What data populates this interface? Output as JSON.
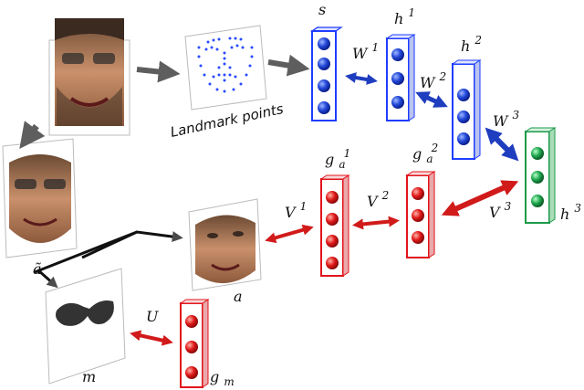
{
  "colors": {
    "blue": "#1f3dff",
    "blue_fill": "#3a64d8",
    "red": "#e2141b",
    "red_fill": "#d8222b",
    "green": "#1a9a4a",
    "green_fill": "#22a552",
    "gray_arrow": "#5e5e5e",
    "black_line": "#111111"
  },
  "labels": {
    "landmark_caption": "Landmark points",
    "s": "s",
    "h1_base": "h",
    "h1_sup": "1",
    "h2_base": "h",
    "h2_sup": "2",
    "h3_base": "h",
    "h3_sup": "3",
    "w1_base": "W",
    "w1_sup": "1",
    "w2_base": "W",
    "w2_sup": "2",
    "w3_base": "W",
    "w3_sup": "3",
    "v1_base": "V",
    "v1_sup": "1",
    "v2_base": "V",
    "v2_sup": "2",
    "v3_base": "V",
    "v3_sup": "3",
    "ga1_base": "g",
    "ga1_sub": "a",
    "ga1_sup": "1",
    "ga2_base": "g",
    "ga2_sub": "a",
    "ga2_sup": "2",
    "gm_base": "g",
    "gm_sub": "m",
    "u": "U",
    "a_tilde": "ã",
    "a": "a",
    "m": "m"
  }
}
